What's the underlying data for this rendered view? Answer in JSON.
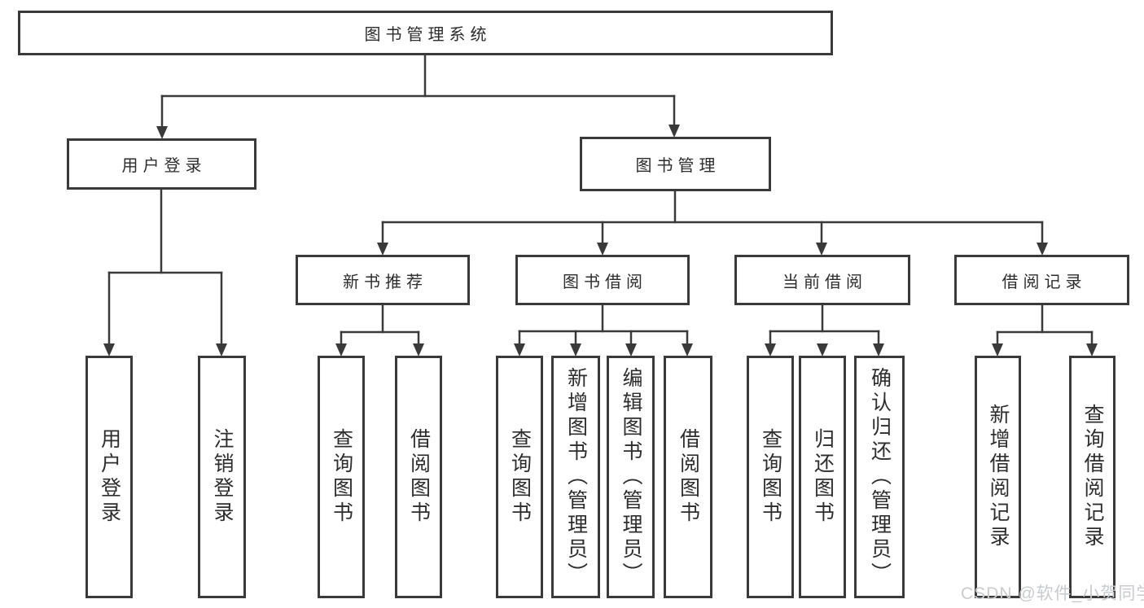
{
  "tree": {
    "root": {
      "label": "图书管理系统"
    },
    "level2": [
      {
        "label": "用户登录",
        "children": [
          {
            "label": "用户登录"
          },
          {
            "label": "注销登录"
          }
        ]
      },
      {
        "label": "图书管理",
        "children": [
          {
            "label": "新书推荐",
            "children": [
              {
                "label": "查询图书"
              },
              {
                "label": "借阅图书"
              }
            ]
          },
          {
            "label": "图书借阅",
            "children": [
              {
                "label": "查询图书"
              },
              {
                "label": "新增图书（管理员）"
              },
              {
                "label": "编辑图书（管理员）"
              },
              {
                "label": "借阅图书"
              }
            ]
          },
          {
            "label": "当前借阅",
            "children": [
              {
                "label": "查询图书"
              },
              {
                "label": "归还图书"
              },
              {
                "label": "确认归还（管理员）"
              }
            ]
          },
          {
            "label": "借阅记录",
            "children": [
              {
                "label": "新增借阅记录"
              },
              {
                "label": "查询借阅记录"
              }
            ]
          }
        ]
      }
    ]
  },
  "watermark": {
    "text": "CSDN @软件_小贺同学"
  },
  "colors": {
    "line": "#3a3a3a",
    "text": "#2d2d2d",
    "watermark": "#c9cbcd",
    "background": "#ffffff"
  }
}
